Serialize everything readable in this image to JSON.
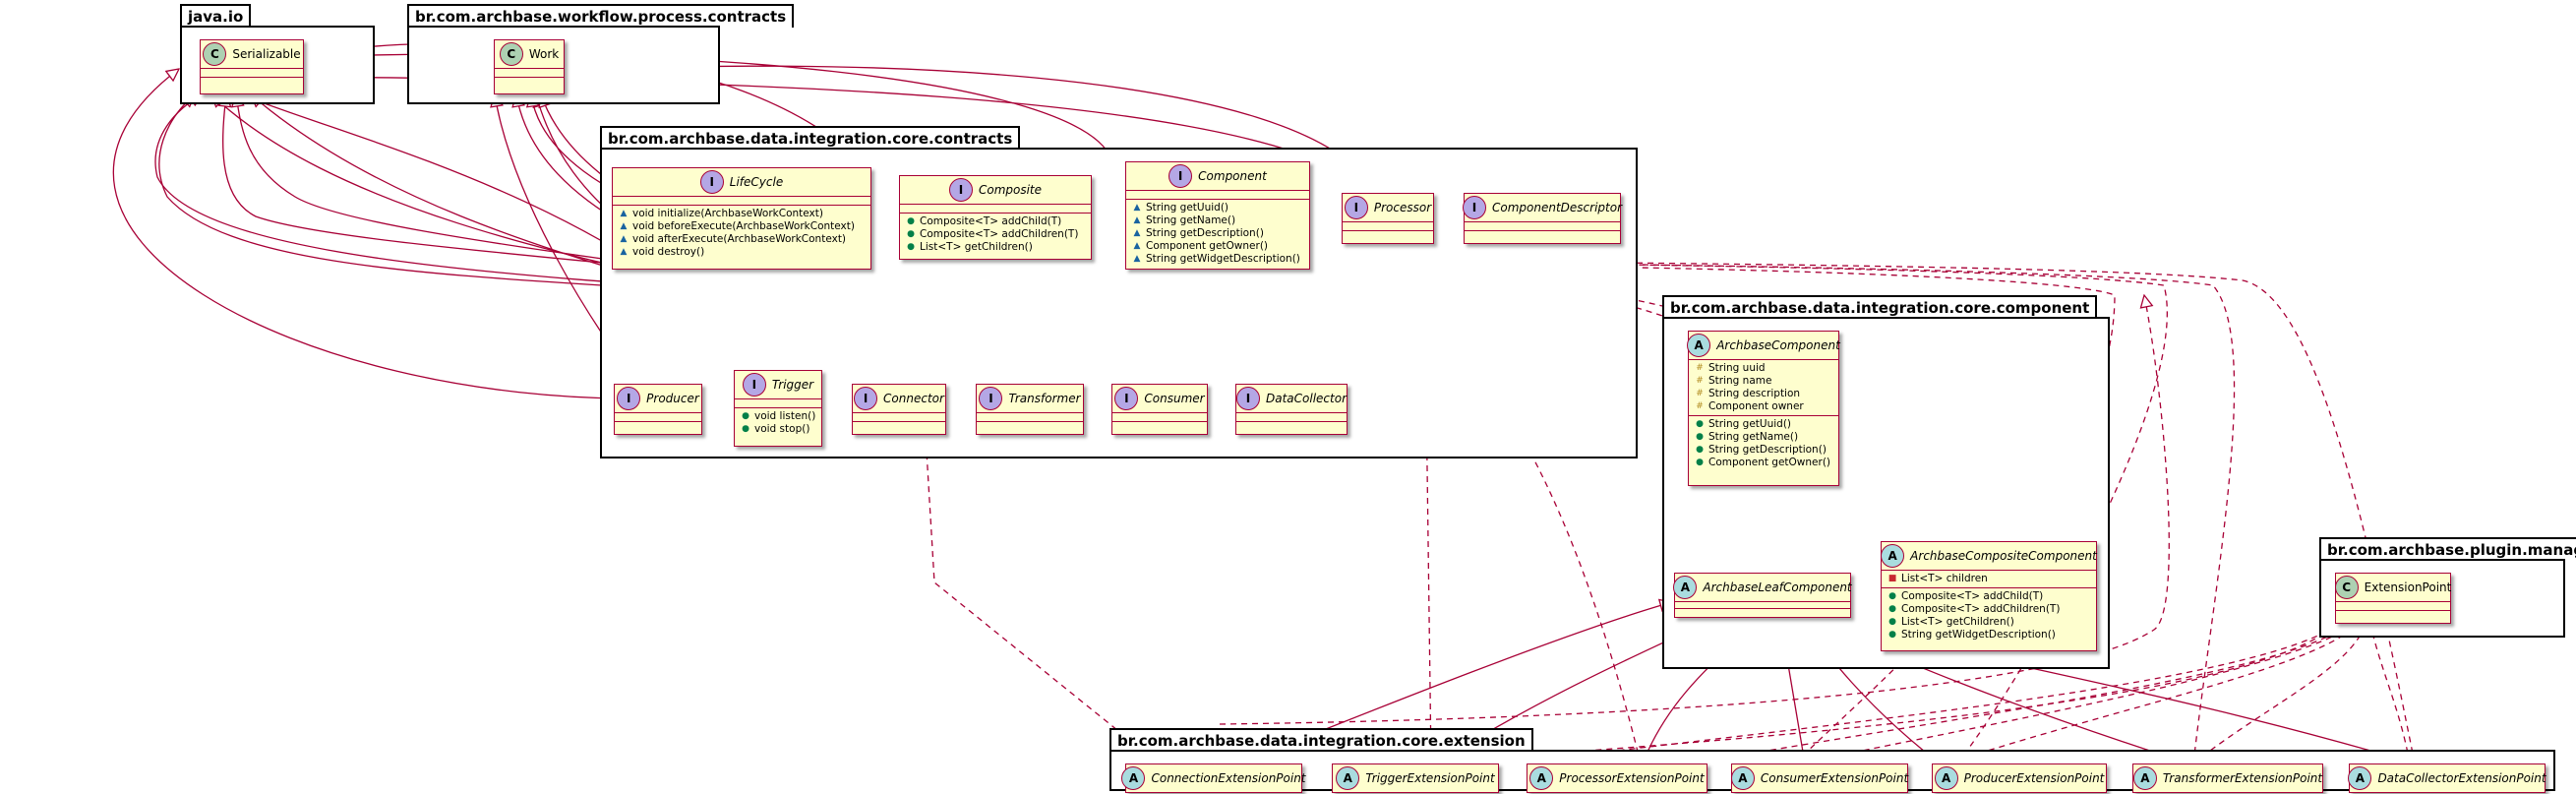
{
  "colors": {
    "class_fill": "#fefece",
    "class_border": "#a80036",
    "edge": "#a80036",
    "badge_class": "#add1b2",
    "badge_interface": "#b4a7e5",
    "badge_abstract": "#a9dcdf"
  },
  "packages": {
    "javaio": "java.io",
    "workflow": "br.com.archbase.workflow.process.contracts",
    "contracts": "br.com.archbase.data.integration.core.contracts",
    "component": "br.com.archbase.data.integration.core.component",
    "plugin": "br.com.archbase.plugin.manager",
    "extension": "br.com.archbase.data.integration.core.extension"
  },
  "badges": {
    "class": "C",
    "interface": "I",
    "abstract": "A"
  },
  "vis": {
    "package": "▲",
    "public": "●",
    "protected": "#",
    "private": "■"
  },
  "classes": {
    "serializable": {
      "name": "Serializable"
    },
    "work": {
      "name": "Work"
    },
    "lifecycle": {
      "name": "LifeCycle",
      "methods": [
        "void initialize(ArchbaseWorkContext)",
        "void beforeExecute(ArchbaseWorkContext)",
        "void afterExecute(ArchbaseWorkContext)",
        "void destroy()"
      ]
    },
    "composite": {
      "name": "Composite",
      "methods": [
        "Composite<T> addChild(T)",
        "Composite<T> addChildren(T)",
        "List<T> getChildren()"
      ]
    },
    "component": {
      "name": "Component",
      "methods": [
        "String getUuid()",
        "String getName()",
        "String getDescription()",
        "Component getOwner()",
        "String getWidgetDescription()"
      ]
    },
    "processor": {
      "name": "Processor"
    },
    "componentdescriptor": {
      "name": "ComponentDescriptor"
    },
    "producer": {
      "name": "Producer"
    },
    "trigger": {
      "name": "Trigger",
      "methods": [
        "void listen()",
        "void stop()"
      ]
    },
    "connector": {
      "name": "Connector"
    },
    "transformer": {
      "name": "Transformer"
    },
    "consumer": {
      "name": "Consumer"
    },
    "datacollector": {
      "name": "DataCollector"
    },
    "archbasecomponent": {
      "name": "ArchbaseComponent",
      "fields": [
        "String uuid",
        "String name",
        "String description",
        "Component owner"
      ],
      "methods": [
        "String getUuid()",
        "String getName()",
        "String getDescription()",
        "Component getOwner()"
      ]
    },
    "archbasecompositecomponent": {
      "name": "ArchbaseCompositeComponent",
      "fields": [
        "List<T> children"
      ],
      "methods": [
        "Composite<T> addChild(T)",
        "Composite<T> addChildren(T)",
        "List<T> getChildren()",
        "String getWidgetDescription()"
      ]
    },
    "archbaseleafcomponent": {
      "name": "ArchbaseLeafComponent"
    },
    "extensionpoint": {
      "name": "ExtensionPoint"
    },
    "connectionextensionpoint": {
      "name": "ConnectionExtensionPoint"
    },
    "triggerextensionpoint": {
      "name": "TriggerExtensionPoint"
    },
    "processorextensionpoint": {
      "name": "ProcessorExtensionPoint"
    },
    "consumerextensionpoint": {
      "name": "ConsumerExtensionPoint"
    },
    "producerextensionpoint": {
      "name": "ProducerExtensionPoint"
    },
    "transformerextensionpoint": {
      "name": "TransformerExtensionPoint"
    },
    "datacollectorextensionpoint": {
      "name": "DataCollectorExtensionPoint"
    }
  }
}
